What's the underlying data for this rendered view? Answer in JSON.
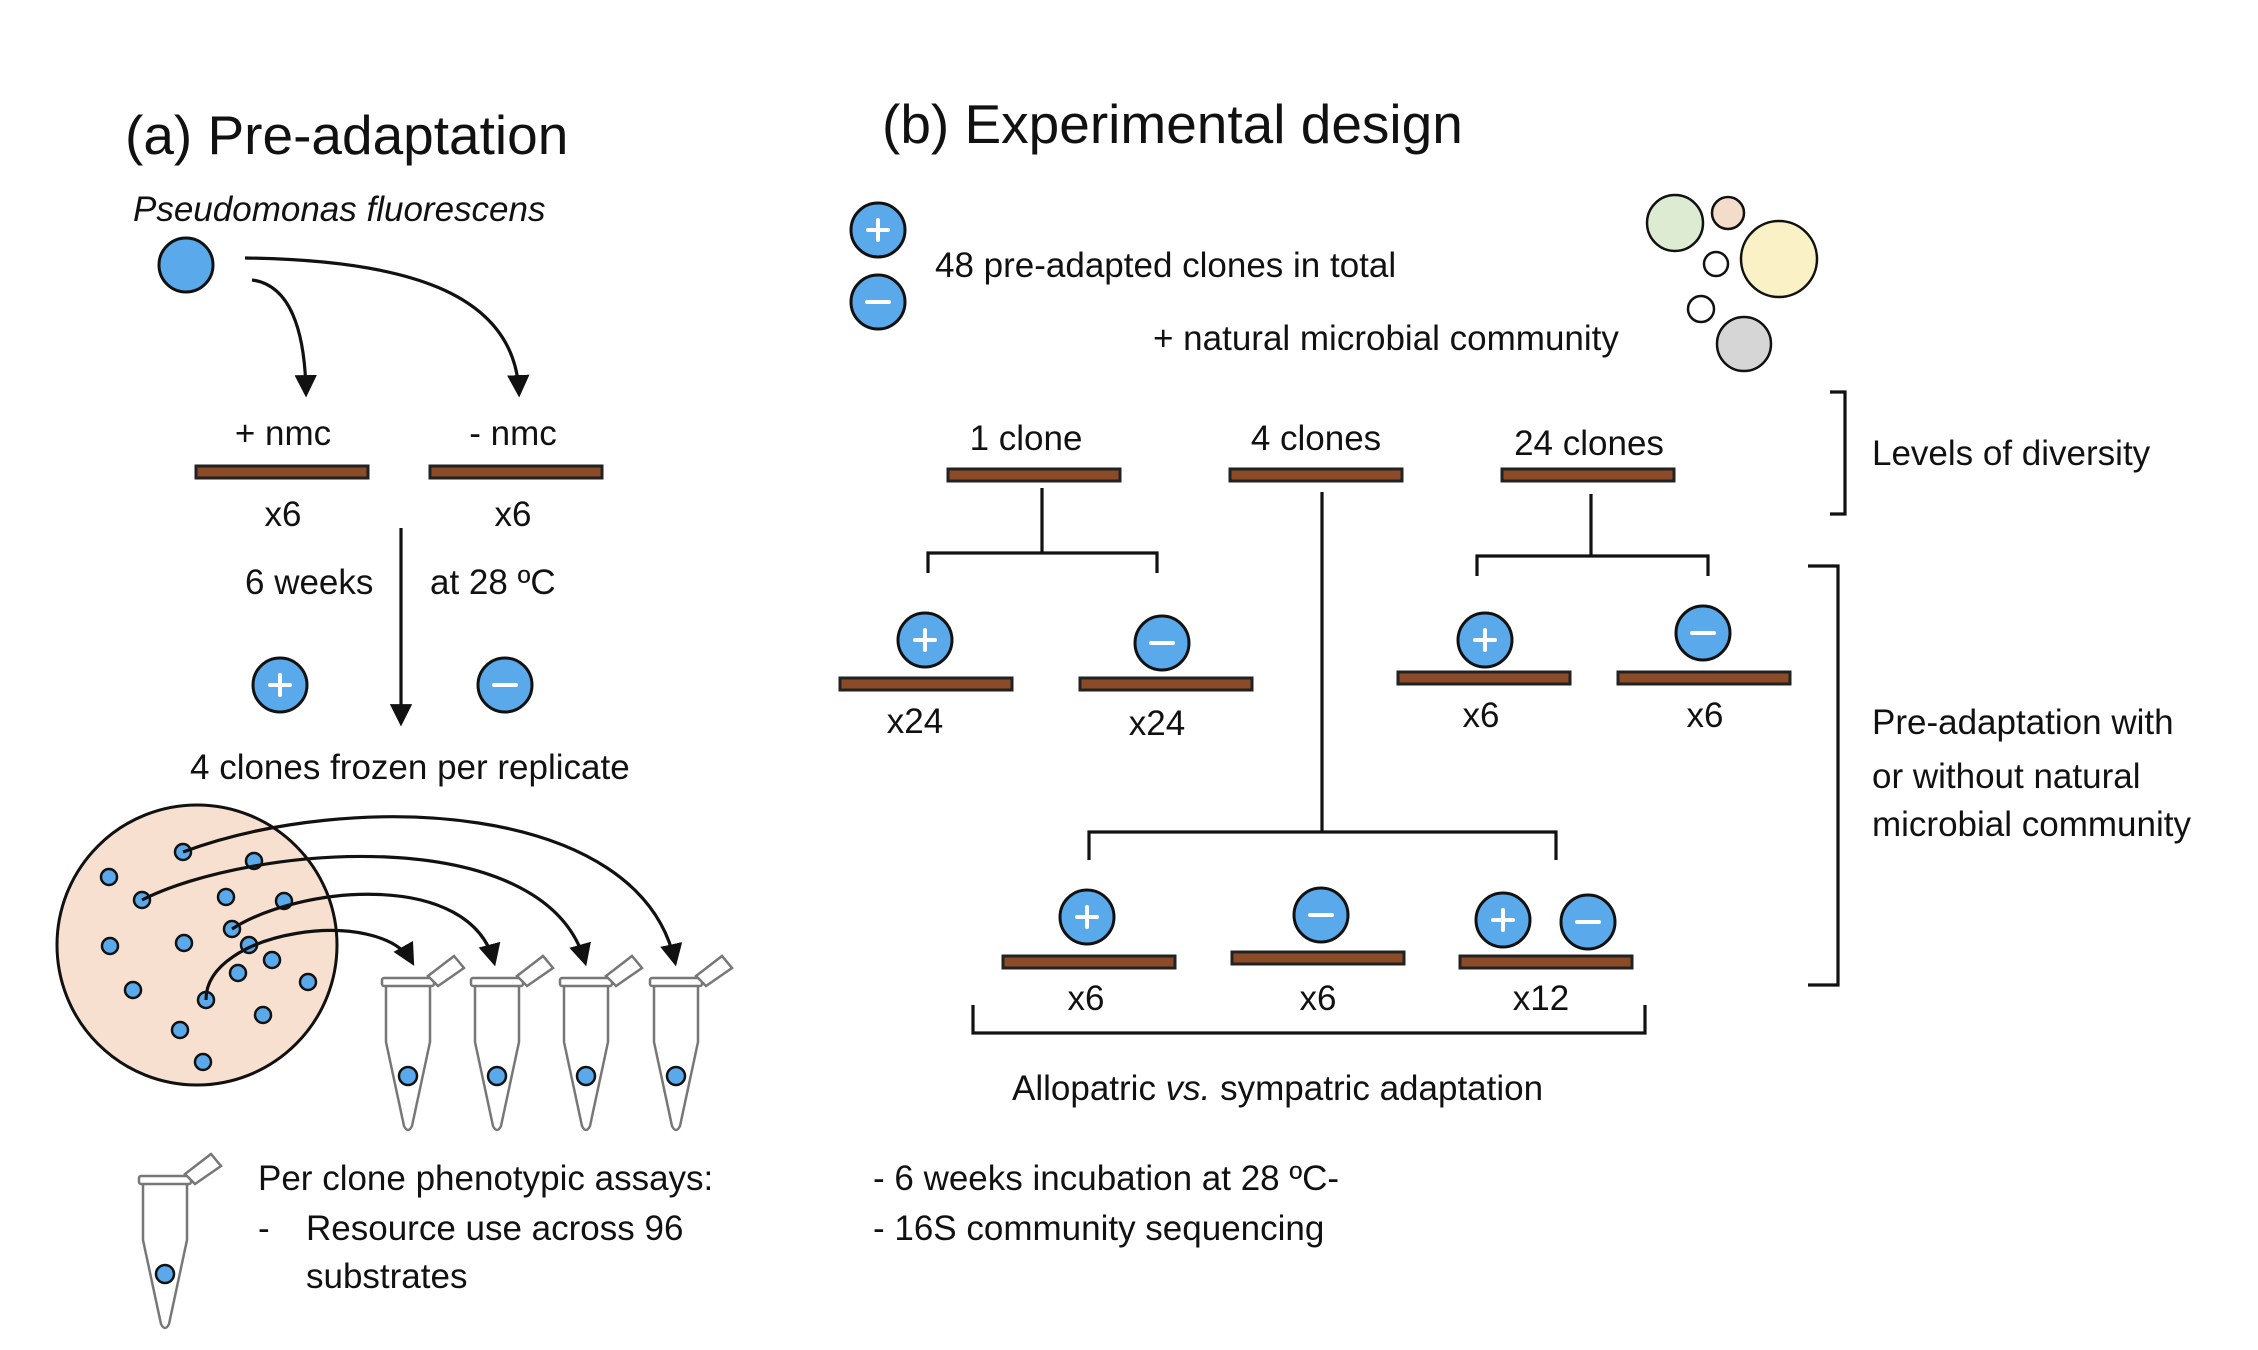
{
  "panel_a": {
    "title": "(a) Pre-adaptation",
    "organism": "Pseudomonas fluorescens",
    "treatments": [
      {
        "label": "+ nmc",
        "count": "x6"
      },
      {
        "label": "- nmc",
        "count": "x6"
      }
    ],
    "duration": "6 weeks",
    "temperature": "at 28 ºC",
    "frozen_note": "4 clones frozen per replicate",
    "assays_title": "Per clone phenotypic assays:",
    "assays_bullet": "-",
    "assays_item_line1": "Resource use across 96",
    "assays_item_line2": "substrates"
  },
  "panel_b": {
    "title": "(b) Experimental design",
    "clones_total": "48 pre-adapted clones in total",
    "community": "+ natural microbial community",
    "levels": [
      "1 clone",
      "4 clones",
      "24 clones"
    ],
    "bracket_diversity": "Levels of diversity",
    "bracket_preadapt": [
      "Pre-adaptation with",
      "or without natural",
      "microbial community"
    ],
    "one_clone_counts": [
      "x24",
      "x24"
    ],
    "twentyfour_counts": [
      "x6",
      "x6"
    ],
    "four_clone_counts": [
      "x6",
      "x6",
      "x12"
    ],
    "allopatric_prefix": "Allopatric ",
    "allopatric_vs": "vs.",
    "allopatric_suffix": " sympatric adaptation",
    "notes": [
      "- 6 weeks incubation at 28 ºC-",
      "- 16S community sequencing"
    ]
  },
  "colors": {
    "cell_blue": "#5aa9ea",
    "plate_brown": "#8a4b26",
    "petri_fill": "#f7e0d0",
    "community": [
      "#dcebd2",
      "#f4dccb",
      "#fbf1c6",
      "#d6d6d6"
    ]
  }
}
